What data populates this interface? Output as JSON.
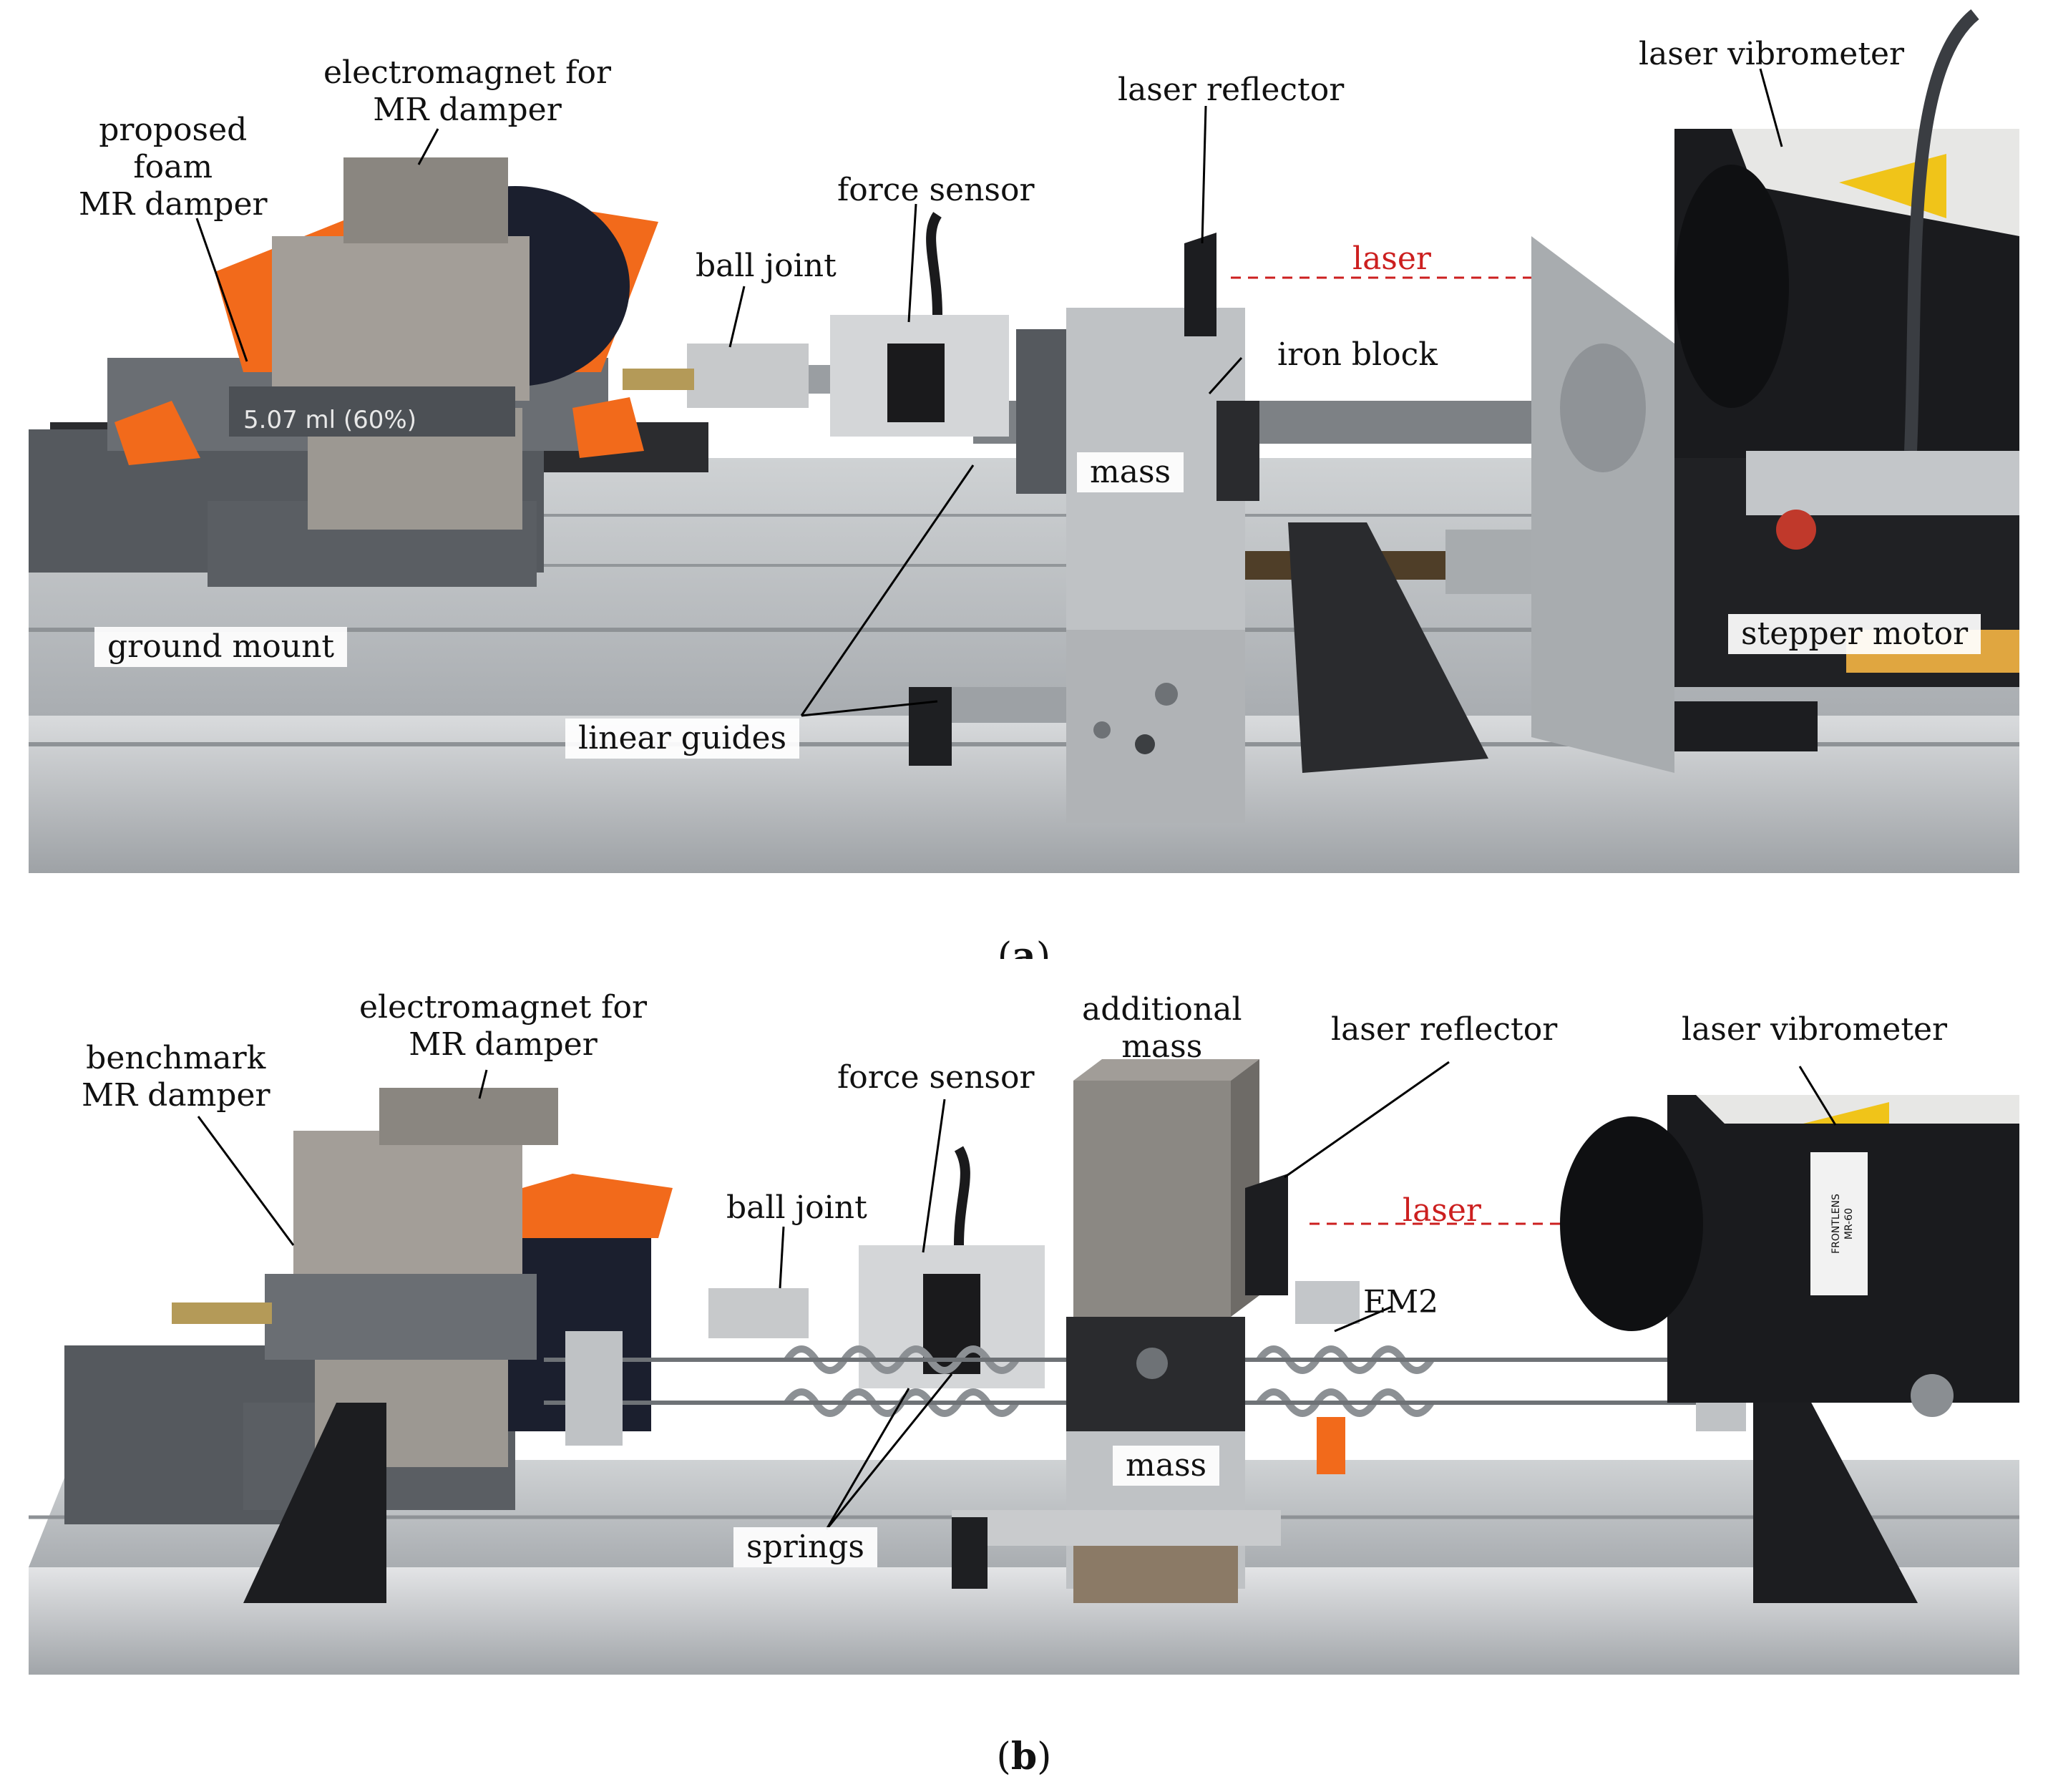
{
  "panel_a": {
    "caption": "a",
    "labels": {
      "proposed_damper": [
        "proposed",
        "foam",
        "MR damper"
      ],
      "electromagnet": [
        "electromagnet for",
        "MR damper"
      ],
      "ball_joint": "ball joint",
      "force_sensor": "force sensor",
      "laser_reflector": "laser reflector",
      "laser": "laser",
      "laser_vibrometer": "laser vibrometer",
      "iron_block": "iron block",
      "mass": "mass",
      "ground_mount": "ground mount",
      "linear_guides": "linear guides",
      "stepper_motor": "stepper motor"
    },
    "part_markings": [
      "5.07 ml (60%)"
    ]
  },
  "panel_b": {
    "caption": "b",
    "labels": {
      "benchmark_damper": [
        "benchmark",
        "MR damper"
      ],
      "electromagnet": [
        "electromagnet for",
        "MR damper"
      ],
      "force_sensor": "force sensor",
      "additional_mass": [
        "additional",
        "mass"
      ],
      "laser_reflector": "laser reflector",
      "laser_vibrometer": "laser vibrometer",
      "ball_joint": "ball joint",
      "laser": "laser",
      "em2": "EM2",
      "mass": "mass",
      "springs": "springs"
    },
    "part_markings": [
      "FRONTLENS",
      "MR-60"
    ]
  },
  "colors": {
    "aluminum": "#b9bcbf",
    "gray_print": "#55595e",
    "orange_print": "#f26a1b",
    "black_part": "#1c1d20",
    "laser_red": "#cc1f1f"
  }
}
